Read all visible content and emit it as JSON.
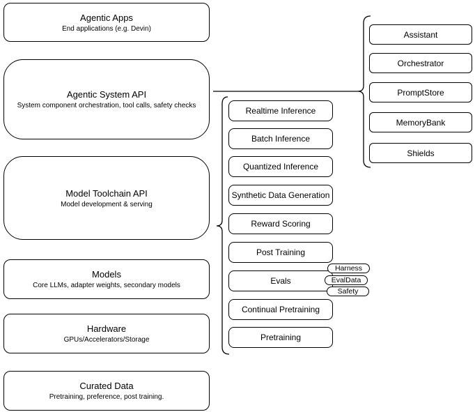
{
  "colors": {
    "background": "#ffffff",
    "box_fill": "#ffffff",
    "stroke": "#000000",
    "text": "#000000"
  },
  "stack": [
    {
      "title": "Agentic Apps",
      "subtitle": "End applications (e.g. Devin)"
    },
    {
      "title": "Agentic System API",
      "subtitle": "System component orchestration, tool calls, safety checks"
    },
    {
      "title": "Model Toolchain API",
      "subtitle": "Model development & serving"
    },
    {
      "title": "Models",
      "subtitle": "Core LLMs, adapter weights, secondary models"
    },
    {
      "title": "Hardware",
      "subtitle": "GPUs/Accelerators/Storage"
    },
    {
      "title": "Curated Data",
      "subtitle": "Pretraining, preference, post training."
    }
  ],
  "toolchain_items": [
    "Realtime Inference",
    "Batch Inference",
    "Quantized Inference",
    "Synthetic Data Generation",
    "Reward Scoring",
    "Post Training",
    "Evals",
    "Continual Pretraining",
    "Pretraining"
  ],
  "eval_tags": [
    "Harness",
    "EvalData",
    "Safety"
  ],
  "system_components": [
    "Assistant",
    "Orchestrator",
    "PromptStore",
    "MemoryBank",
    "Shields"
  ]
}
